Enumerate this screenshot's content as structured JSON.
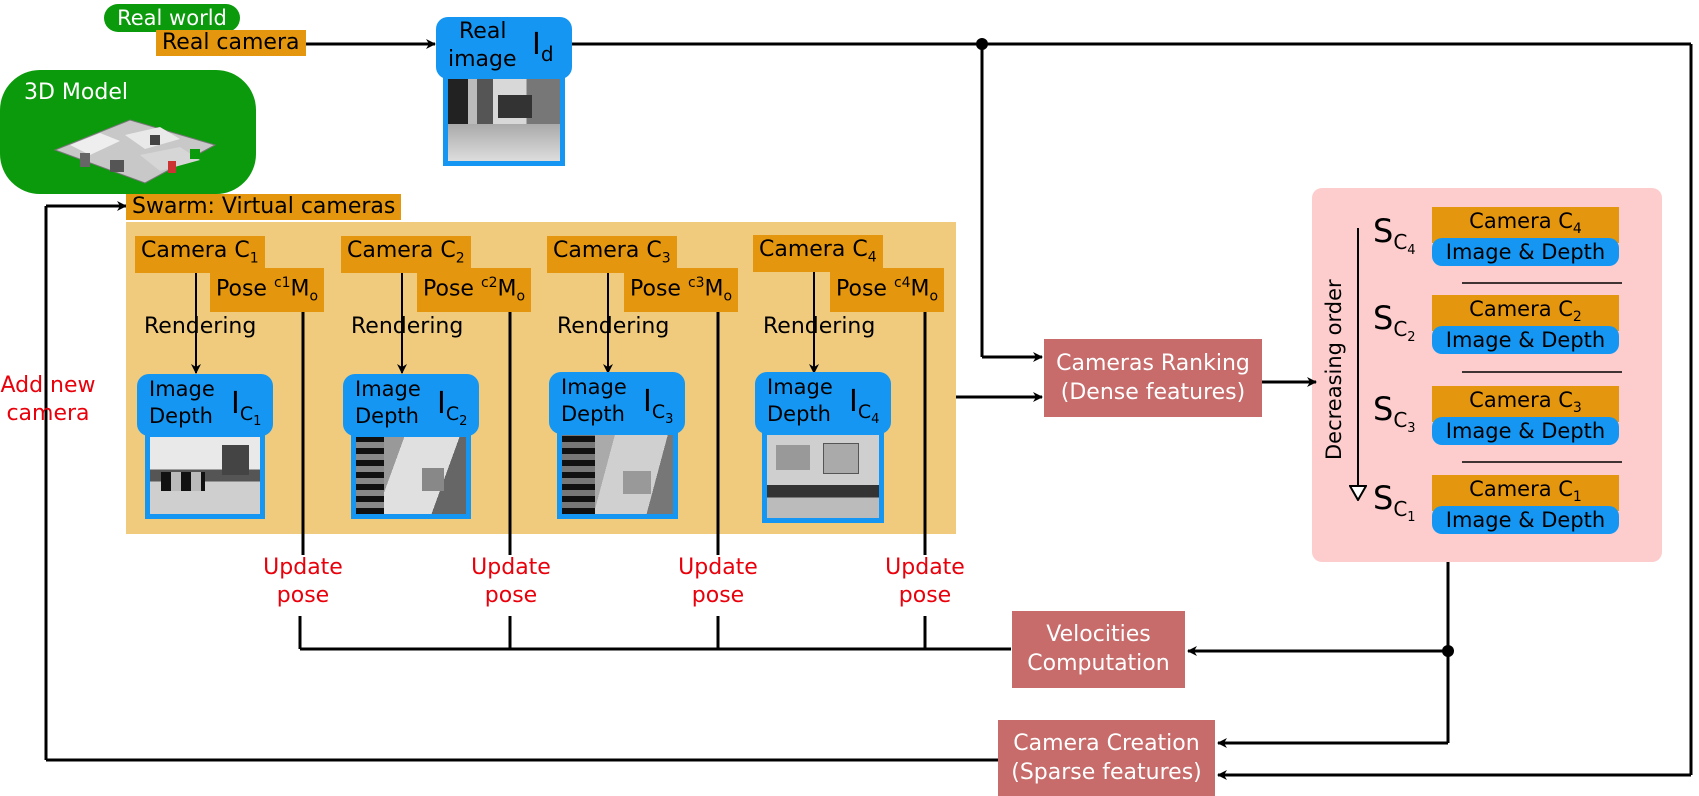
{
  "real_world_label": "Real world",
  "real_camera_label": "Real camera",
  "real_image": {
    "line1": "Real",
    "line2": "image",
    "symbol": "I",
    "subscript": "d"
  },
  "model_label": "3D Model",
  "swarm_label": "Swarm: Virtual cameras",
  "add_camera": {
    "line1": "Add new",
    "line2": "camera"
  },
  "cameras": [
    {
      "camera_text": "Camera C",
      "camera_sub": "1",
      "pose_text": "Pose ",
      "pose_sup": "c1",
      "pose_m": "M",
      "pose_sub": "o",
      "rendering": "Rendering",
      "img_line1": "Image",
      "img_line2": "Depth",
      "img_symbol": "I",
      "img_sub": "C",
      "img_subsub": "1",
      "update_line1": "Update",
      "update_line2": "pose"
    },
    {
      "camera_text": "Camera C",
      "camera_sub": "2",
      "pose_text": "Pose ",
      "pose_sup": "c2",
      "pose_m": "M",
      "pose_sub": "o",
      "rendering": "Rendering",
      "img_line1": "Image",
      "img_line2": "Depth",
      "img_symbol": "I",
      "img_sub": "C",
      "img_subsub": "2",
      "update_line1": "Update",
      "update_line2": "pose"
    },
    {
      "camera_text": "Camera C",
      "camera_sub": "3",
      "pose_text": "Pose ",
      "pose_sup": "c3",
      "pose_m": "M",
      "pose_sub": "o",
      "rendering": "Rendering",
      "img_line1": "Image",
      "img_line2": "Depth",
      "img_symbol": "I",
      "img_sub": "C",
      "img_subsub": "3",
      "update_line1": "Update",
      "update_line2": "pose"
    },
    {
      "camera_text": "Camera C",
      "camera_sub": "4",
      "pose_text": "Pose ",
      "pose_sup": "c4",
      "pose_m": "M",
      "pose_sub": "o",
      "rendering": "Rendering",
      "img_line1": "Image",
      "img_line2": "Depth",
      "img_symbol": "I",
      "img_sub": "C",
      "img_subsub": "4",
      "update_line1": "Update",
      "update_line2": "pose"
    }
  ],
  "ranking_box": {
    "line1": "Cameras Ranking",
    "line2": "(Dense features)"
  },
  "velocities_box": {
    "line1": "Velocities",
    "line2": "Computation"
  },
  "creation_box": {
    "line1": "Camera Creation",
    "line2": "(Sparse features)"
  },
  "ranking_panel": {
    "order_label": "Decreasing order",
    "entries": [
      {
        "score": "S",
        "score_sub": "C",
        "score_subsub": "4",
        "camera_text": "Camera C",
        "camera_sub": "4",
        "image_depth": "Image & Depth"
      },
      {
        "score": "S",
        "score_sub": "C",
        "score_subsub": "2",
        "camera_text": "Camera C",
        "camera_sub": "2",
        "image_depth": "Image & Depth"
      },
      {
        "score": "S",
        "score_sub": "C",
        "score_subsub": "3",
        "camera_text": "Camera C",
        "camera_sub": "3",
        "image_depth": "Image & Depth"
      },
      {
        "score": "S",
        "score_sub": "C",
        "score_subsub": "1",
        "camera_text": "Camera C",
        "camera_sub": "1",
        "image_depth": "Image & Depth"
      }
    ]
  },
  "colors": {
    "orange": "#e4960f",
    "blue": "#1496f2",
    "green": "#0b9a0b",
    "swarm_bg": "#f0cb7e",
    "panel_pink": "#fdcdcd",
    "process_red": "#c76b6b",
    "annotation_red": "#e8000b"
  }
}
